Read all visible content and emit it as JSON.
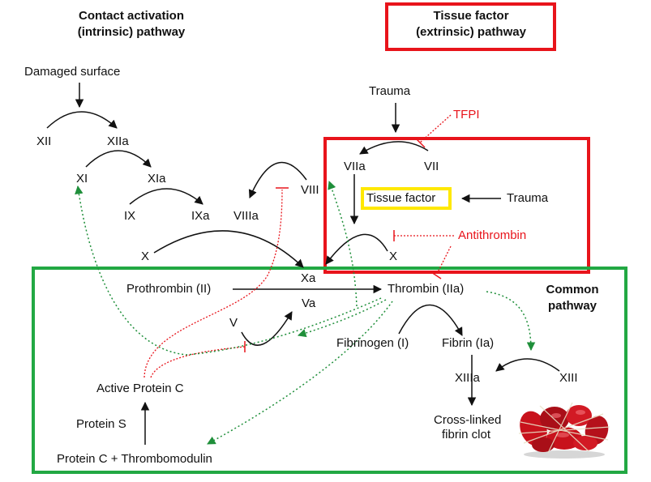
{
  "titles": {
    "intrinsic_line1": "Contact activation",
    "intrinsic_line2": "(intrinsic) pathway",
    "extrinsic_line1": "Tissue factor",
    "extrinsic_line2": "(extrinsic) pathway",
    "common_line1": "Common",
    "common_line2": "pathway"
  },
  "nodes": {
    "damaged_surface": "Damaged surface",
    "xii": "XII",
    "xiia": "XIIa",
    "xi": "XI",
    "xia": "XIa",
    "ix": "IX",
    "ixa": "IXa",
    "viiia": "VIIIa",
    "viii": "VIII",
    "x_left": "X",
    "xa": "Xa",
    "trauma_top": "Trauma",
    "tfpi": "TFPI",
    "viia": "VIIa",
    "vii": "VII",
    "tissue_factor": "Tissue factor",
    "trauma_right": "Trauma",
    "antithrombin": "Antithrombin",
    "x_right": "X",
    "prothrombin": "Prothrombin (II)",
    "thrombin": "Thrombin (IIa)",
    "va": "Va",
    "v": "V",
    "fibrinogen": "Fibrinogen (I)",
    "fibrin": "Fibrin (Ia)",
    "xiiia": "XIIIa",
    "xiii": "XIII",
    "clot_line1": "Cross-linked",
    "clot_line2": "fibrin clot",
    "active_protein_c": "Active Protein C",
    "protein_s": "Protein S",
    "protein_c_thrombomodulin": "Protein C + Thrombomodulin"
  },
  "colors": {
    "extrinsic_box": "#e8141b",
    "common_box": "#22a843",
    "tissue_factor_box": "#ffe800",
    "inhibitor": "#e8141b",
    "feedback": "#1f8f3a",
    "arrow": "#111111",
    "clot": "#c8121c"
  },
  "icons": {
    "clot_image": "blood-clot-icon"
  }
}
